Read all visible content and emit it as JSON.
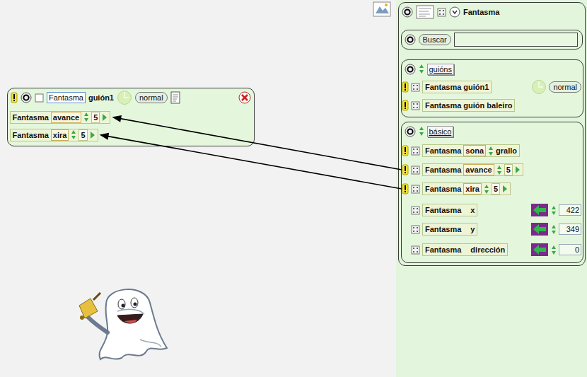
{
  "diagram": {
    "nodes": [
      {
        "text": [
          "Fantasma",
          "guión1",
          "normal"
        ]
      },
      {
        "text": [
          "Fantasma",
          "avance",
          "5"
        ],
        "in": 0
      },
      {
        "text": [
          "Fantasma",
          "xira",
          "5"
        ],
        "in": 0
      },
      {
        "text": [
          "Fantasma"
        ]
      },
      {
        "text": [
          "Buscar"
        ],
        "in": 3
      },
      {
        "text": [
          "guións"
        ],
        "in": 3
      },
      {
        "text": [
          "Fantasma",
          "guión1",
          "normal"
        ],
        "in": 5
      },
      {
        "text": [
          "Fantasma",
          "guión baleiro"
        ],
        "in": 5
      },
      {
        "text": [
          "básico"
        ],
        "in": 3
      },
      {
        "text": [
          "Fantasma",
          "sona",
          "grallo"
        ],
        "in": 8
      },
      {
        "text": [
          "Fantasma",
          "avance",
          "5"
        ],
        "in": 8
      },
      {
        "text": [
          "Fantasma",
          "xira",
          "5"
        ],
        "in": 8
      },
      {
        "text": [
          "Fantasma",
          "x",
          "422"
        ],
        "in": 8
      },
      {
        "text": [
          "Fantasma",
          "y",
          "349"
        ],
        "in": 8
      },
      {
        "text": [
          "Fantasma",
          "dirección",
          "0"
        ],
        "in": 8
      }
    ],
    "edges": [
      {
        "from": 10,
        "to": 1,
        "arrow": "to"
      },
      {
        "from": 11,
        "to": 2,
        "arrow": "to"
      }
    ]
  }
}
